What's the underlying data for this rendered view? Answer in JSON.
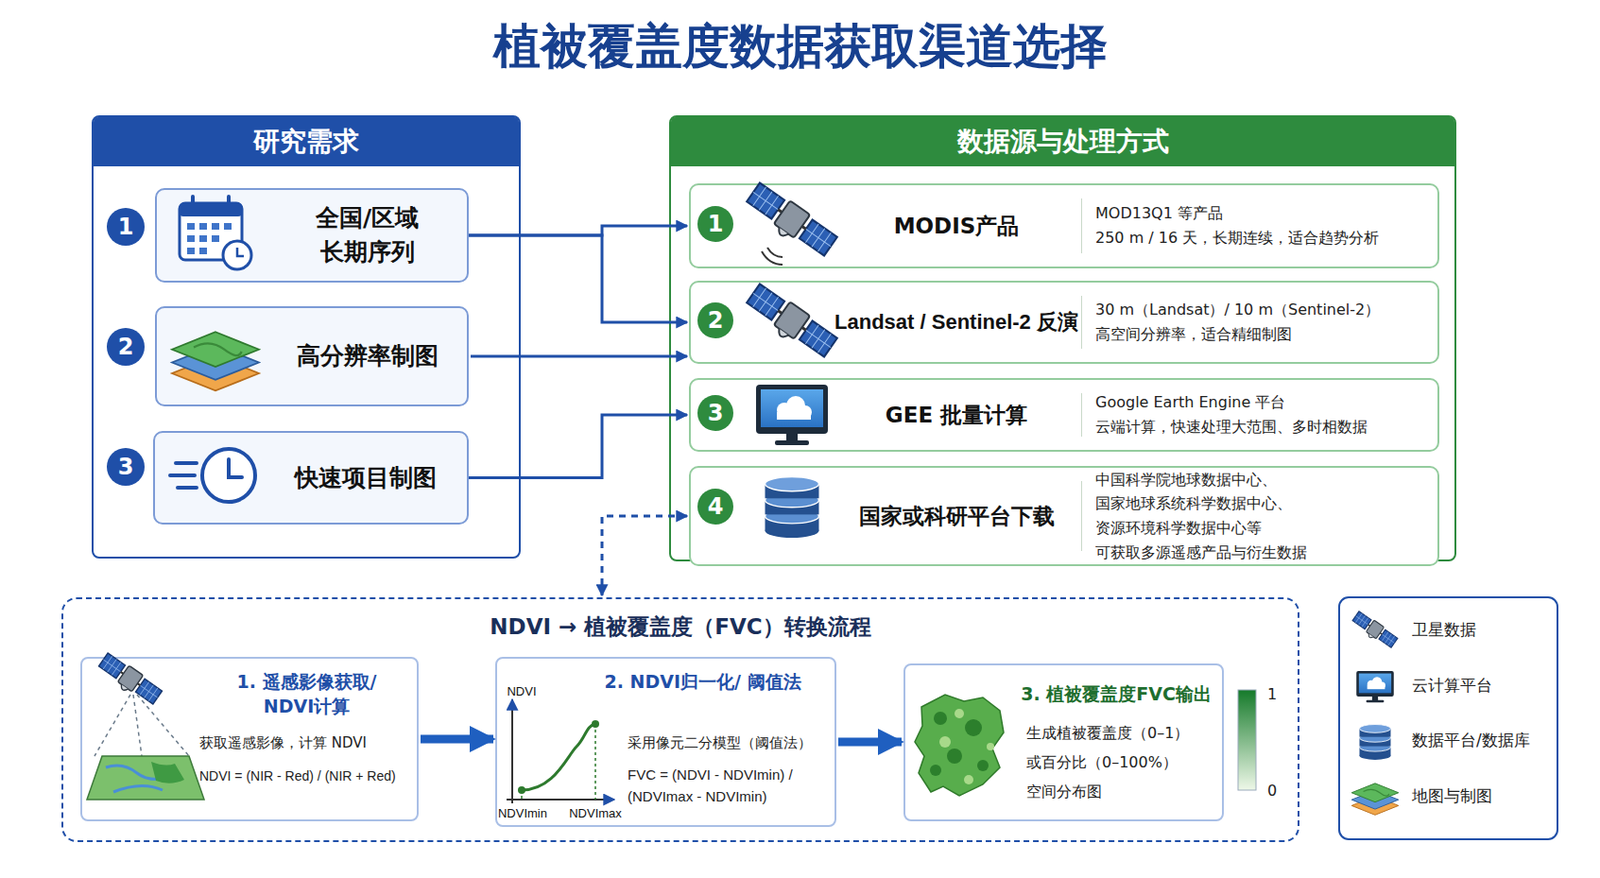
{
  "diagram": {
    "title": "植被覆盖度数据获取渠道选择",
    "nodes": [
      {
        "text": [
          "研究需求"
        ]
      },
      {
        "text": [
          "全国/区域 长期序列"
        ],
        "in": 0
      },
      {
        "text": [
          "高分辨率制图"
        ],
        "in": 0
      },
      {
        "text": [
          "快速项目制图"
        ],
        "in": 0
      },
      {
        "text": [
          "数据源与处理方式"
        ]
      },
      {
        "text": [
          "MODIS产品",
          "MOD13Q1 等产品",
          "250 m / 16 天，长期连续，适合趋势分析"
        ],
        "in": 4
      },
      {
        "text": [
          "Landsat / Sentinel-2 反演",
          "30 m（Landsat）/ 10 m（Sentinel-2）",
          "高空间分辨率，适合精细制图"
        ],
        "in": 4
      },
      {
        "text": [
          "GEE 批量计算",
          "Google Earth Engine 平台",
          "云端计算，快速处理大范围、多时相数据"
        ],
        "in": 4
      },
      {
        "text": [
          "国家或科研平台下载",
          "中国科学院地球数据中心、国家地球系统科学数据中心、资源环境科学数据中心等",
          "可获取多源遥感产品与衍生数据"
        ],
        "in": 4
      },
      {
        "text": [
          "NDVI → 植被覆盖度（FVC）转换流程"
        ]
      },
      {
        "text": [
          "1. 遥感影像获取/ NDVI计算",
          "获取遥感影像，计算 NDVI",
          "NDVI = (NIR - Red) / (NIR + Red)"
        ],
        "in": 9
      },
      {
        "text": [
          "2. NDVI归一化/ 阈值法",
          "采用像元二分模型（阈值法）",
          "FVC = (NDVI - NDVImin) / (NDVImax - NDVImin)"
        ],
        "in": 9
      },
      {
        "text": [
          "3. 植被覆盖度FVC输出",
          "生成植被覆盖度（0–1） 或百分比（0–100%） 空间分布图"
        ],
        "in": 9
      }
    ],
    "edges": [
      {
        "from": 1,
        "to": 5,
        "arrow": "to"
      },
      {
        "from": 1,
        "to": 6,
        "arrow": "to"
      },
      {
        "from": 2,
        "to": 6,
        "arrow": "to"
      },
      {
        "from": 3,
        "to": 7,
        "arrow": "to"
      },
      {
        "from": 8,
        "to": 9,
        "arrow": "both"
      },
      {
        "from": 10,
        "to": 11,
        "arrow": "to"
      },
      {
        "from": 11,
        "to": 12,
        "arrow": "to"
      }
    ],
    "labels": [
      "1",
      "2",
      "3",
      "1",
      "2",
      "3",
      "4",
      "NDVI",
      "NDVImin",
      "NDVImax",
      "1",
      "0"
    ],
    "legend": [
      {
        "text": "卫星数据"
      },
      {
        "text": "云计算平台"
      },
      {
        "text": "数据平台/数据库"
      },
      {
        "text": "地图与制图"
      }
    ]
  }
}
